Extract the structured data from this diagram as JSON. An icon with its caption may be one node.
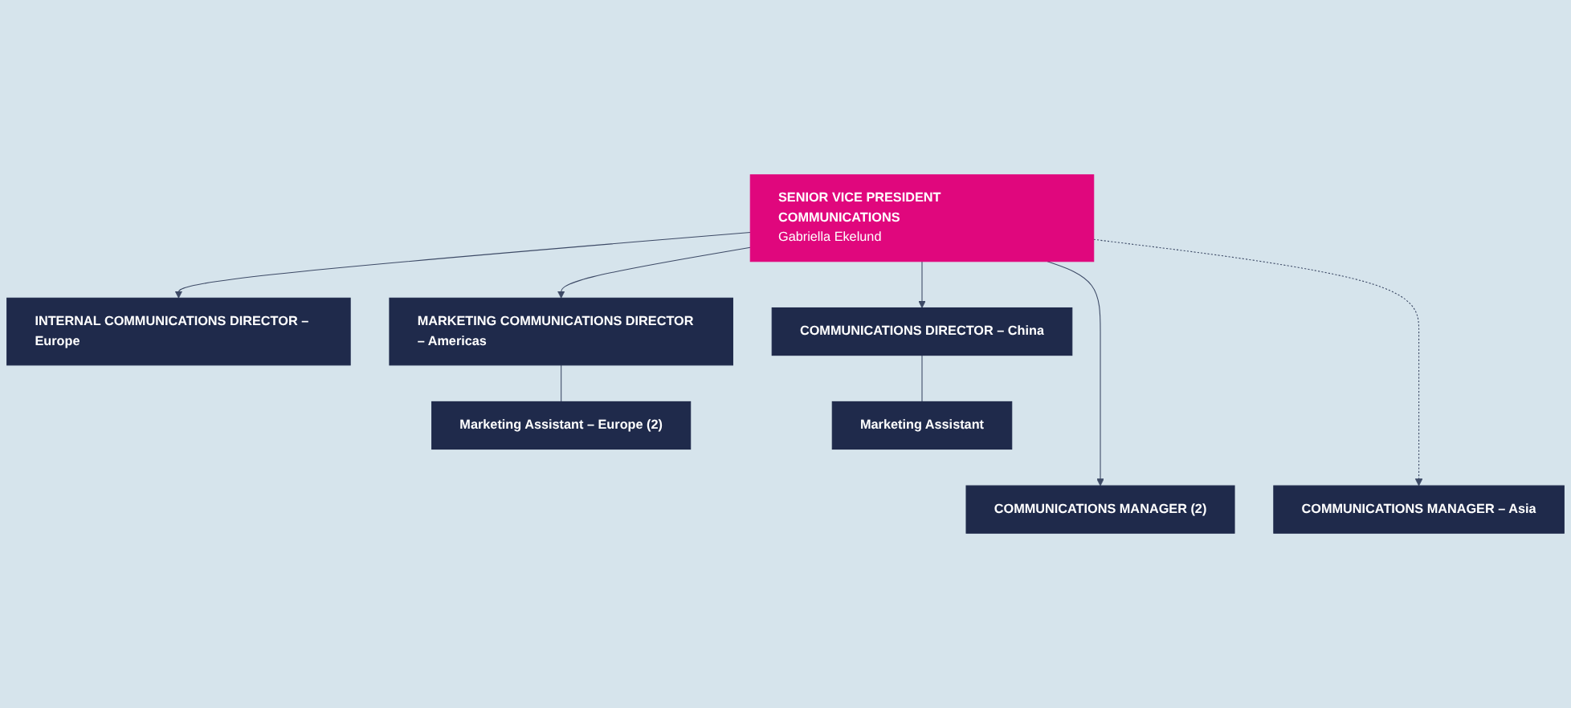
{
  "diagram": {
    "nodes": [
      {
        "text": [
          "SENIOR VICE PRESIDENT COMMUNICATIONS",
          "Gabriella Ekelund"
        ]
      },
      {
        "text": [
          "INTERNAL COMMUNICATIONS DIRECTOR – Europe"
        ]
      },
      {
        "text": [
          "MARKETING COMMUNICATIONS DIRECTOR – Americas"
        ]
      },
      {
        "text": [
          "COMMUNICATIONS DIRECTOR – China"
        ]
      },
      {
        "text": [
          "Marketing Assistant – Europe (2)"
        ]
      },
      {
        "text": [
          "Marketing Assistant"
        ]
      },
      {
        "text": [
          "COMMUNICATIONS MANAGER (2)"
        ]
      },
      {
        "text": [
          "COMMUNICATIONS MANAGER – Asia"
        ]
      }
    ],
    "edges": [
      {
        "from": 0,
        "to": 1,
        "arrow": "to"
      },
      {
        "from": 0,
        "to": 6,
        "arrow": "to"
      },
      {
        "from": 0,
        "to": 2,
        "arrow": "to"
      },
      {
        "from": 0,
        "to": 7,
        "arrow": "to",
        "style": "dashed"
      },
      {
        "from": 0,
        "to": 3,
        "arrow": "to"
      },
      {
        "from": 2,
        "to": 4,
        "arrow": "none"
      },
      {
        "from": 3,
        "to": 5,
        "arrow": "none"
      }
    ]
  }
}
